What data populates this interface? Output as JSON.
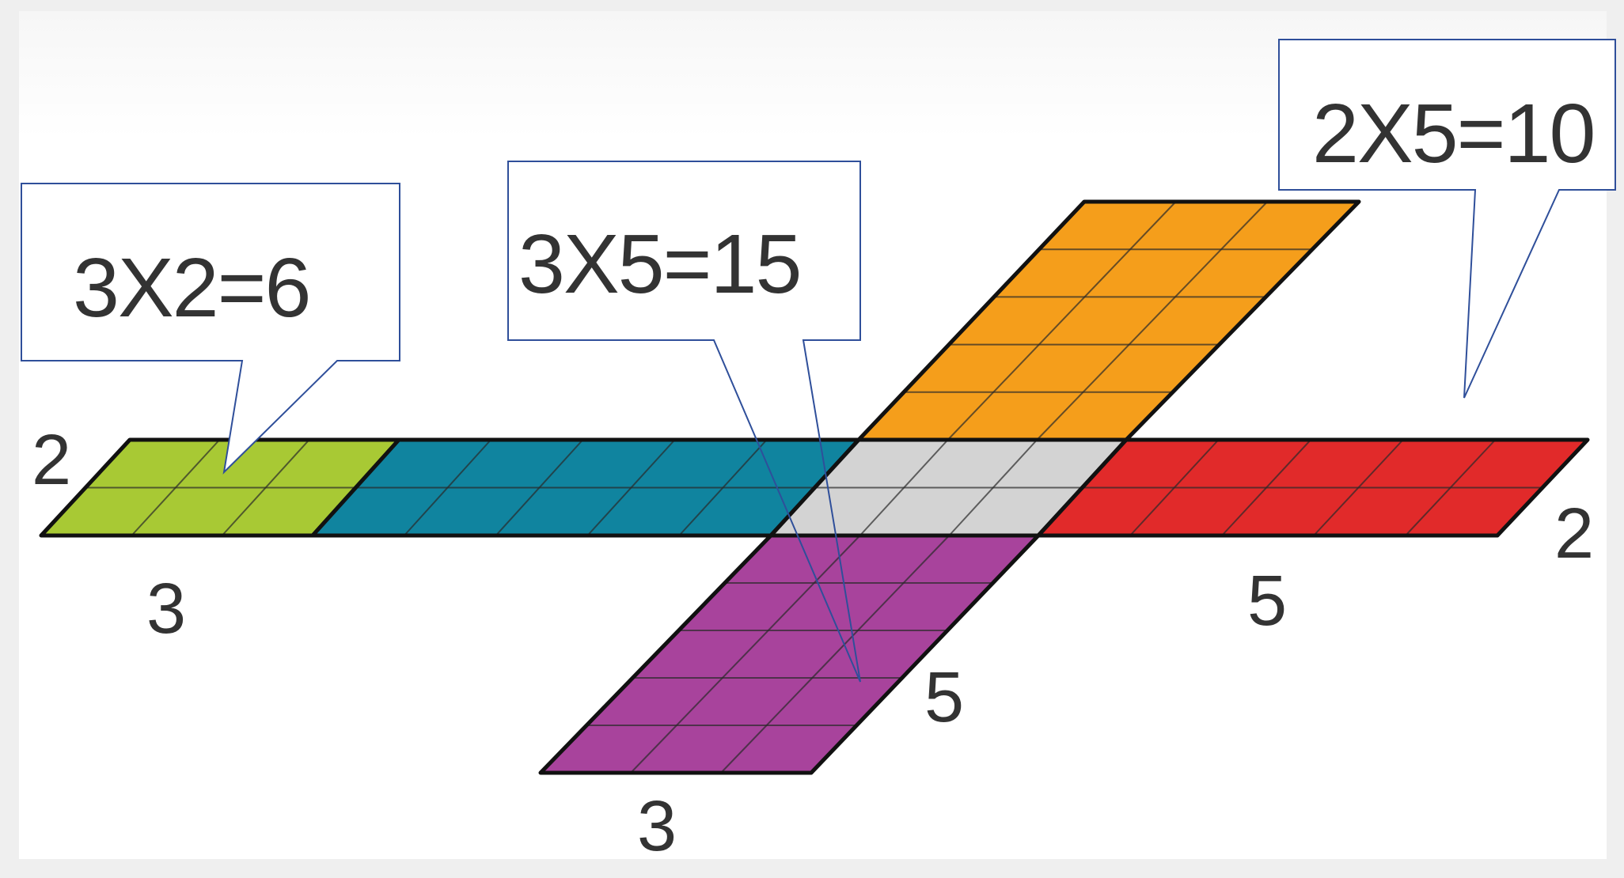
{
  "diagram": {
    "faces": [
      {
        "id": "left-end",
        "color": "#a8c934",
        "cols": 3,
        "rows": 2
      },
      {
        "id": "back",
        "color": "#10849f",
        "cols": 5,
        "rows": 2
      },
      {
        "id": "base",
        "color": "#d3d3d3",
        "cols": 3,
        "rows": 2
      },
      {
        "id": "right-end",
        "color": "#e12a2a",
        "cols": 5,
        "rows": 2
      },
      {
        "id": "top",
        "color": "#f59e1b",
        "cols": 3,
        "rows": 5
      },
      {
        "id": "front",
        "color": "#a8439c",
        "cols": 3,
        "rows": 5
      }
    ],
    "dimension_labels": {
      "left_height": "2",
      "left_width": "3",
      "right_length": "5",
      "right_height": "2",
      "front_depth": "5",
      "front_width": "3"
    },
    "callouts": {
      "left": "3X2=6",
      "middle": "3X5=15",
      "right": "2X5=10"
    },
    "colors": {
      "outline": "#111111",
      "callout_border": "#2f4f9a",
      "text": "#333333"
    }
  }
}
